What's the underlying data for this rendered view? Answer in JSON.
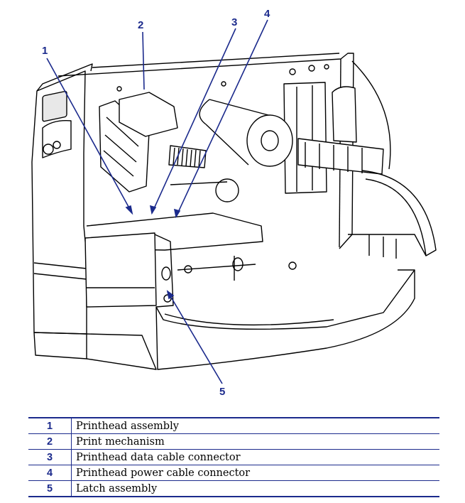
{
  "figure": {
    "callouts": [
      {
        "number": "1"
      },
      {
        "number": "2"
      },
      {
        "number": "3"
      },
      {
        "number": "4"
      },
      {
        "number": "5"
      }
    ]
  },
  "legend": {
    "rows": [
      {
        "number": "1",
        "description": "Printhead assembly"
      },
      {
        "number": "2",
        "description": "Print mechanism"
      },
      {
        "number": "3",
        "description": "Printhead data cable connector"
      },
      {
        "number": "4",
        "description": "Printhead power cable connector"
      },
      {
        "number": "5",
        "description": "Latch assembly"
      }
    ]
  },
  "colors": {
    "callout": "#1b2a8c",
    "line_art": "#000000"
  }
}
